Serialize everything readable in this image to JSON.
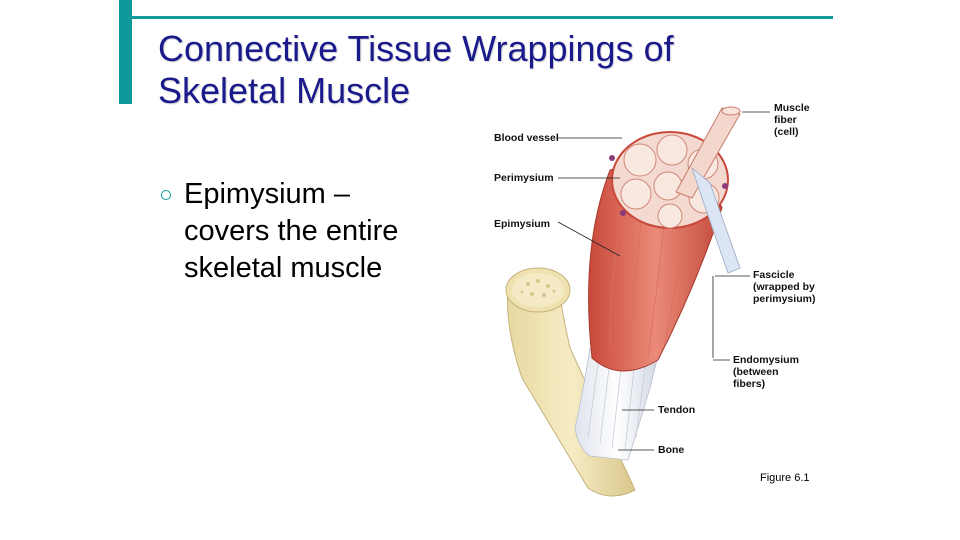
{
  "slide": {
    "title": "Connective Tissue Wrappings of Skeletal Muscle",
    "bullets": [
      "Epimysium – covers the entire skeletal muscle"
    ],
    "accent_color": "#10999b",
    "title_color": "#1a1a8c"
  },
  "figure": {
    "labels": {
      "blood_vessel": "Blood vessel",
      "perimysium": "Perimysium",
      "epimysium": "Epimysium",
      "muscle_fiber": "Muscle\nfiber\n(cell)",
      "fascicle": "Fascicle\n(wrapped by\nperimysium)",
      "endomysium": "Endomysium\n(between\nfibers)",
      "tendon": "Tendon",
      "bone": "Bone"
    },
    "caption": "Figure 6.1"
  }
}
